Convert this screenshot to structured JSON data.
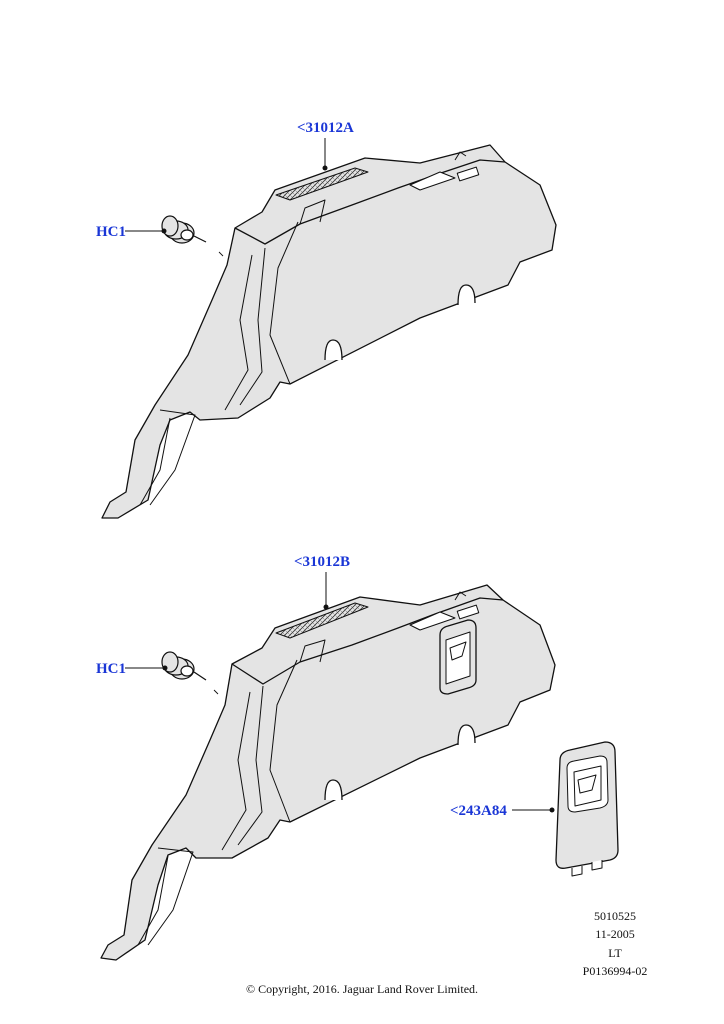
{
  "callouts": {
    "part_upper": "<31012A",
    "clip_upper": "HC1",
    "part_lower": "<31012B",
    "clip_lower": "HC1",
    "cover": "<243A84"
  },
  "illustration_id": {
    "line1": "5010525",
    "line2": "11-2005",
    "line3": "LT",
    "line4": "P0136994-02"
  },
  "copyright": "© Copyright, 2016. Jaguar Land Rover Limited.",
  "colors": {
    "callout": "#1a36d6",
    "part_fill": "#e4e4e4",
    "line": "#111111"
  }
}
